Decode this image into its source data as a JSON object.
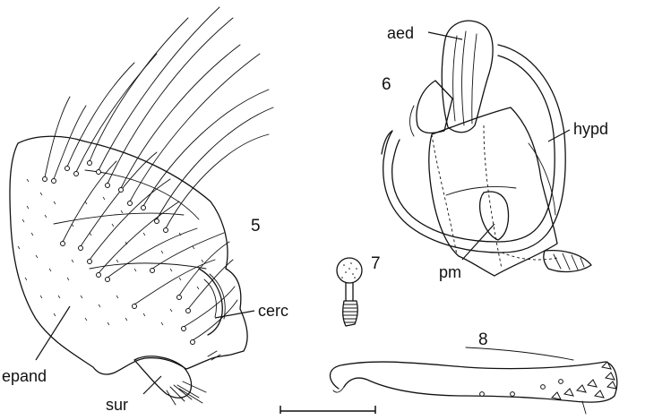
{
  "figures": [
    {
      "number": "5",
      "labels": {
        "epand": "epand",
        "sur": "sur",
        "cerc": "cerc"
      }
    },
    {
      "number": "6",
      "labels": {
        "aed": "aed",
        "hypd": "hypd",
        "pm": "pm"
      }
    },
    {
      "number": "7"
    },
    {
      "number": "8"
    }
  ],
  "scale_bar": {
    "present": true
  }
}
